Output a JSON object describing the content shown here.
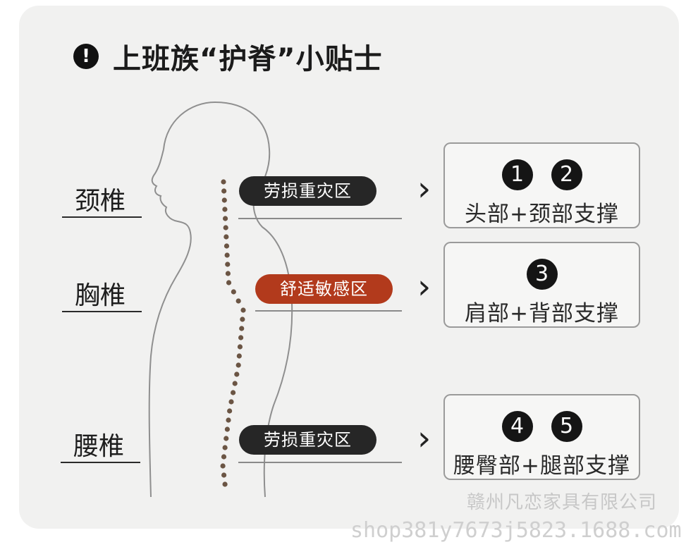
{
  "title": {
    "icon": "exclamation-circle-icon",
    "text": "上班族“护脊”小贴士"
  },
  "regions": [
    {
      "label": "颈椎",
      "tag": "劳损重灾区",
      "tag_color": "#262626",
      "numbers": [
        "1",
        "2"
      ],
      "support": "头部+颈部支撑"
    },
    {
      "label": "胸椎",
      "tag": "舒适敏感区",
      "tag_color": "#b23a1c",
      "numbers": [
        "3"
      ],
      "support": "肩部+背部支撑"
    },
    {
      "label": "腰椎",
      "tag": "劳损重灾区",
      "tag_color": "#262626",
      "numbers": [
        "4",
        "5"
      ],
      "support": "腰臀部+腿部支撑"
    }
  ],
  "watermark": {
    "company": "赣州凡恋家具有限公司",
    "shop": "shop381y7673j5823.1688.com"
  },
  "colors": {
    "card_bg": "#f1f1f0",
    "accent_red": "#b23a1c",
    "dark": "#262626",
    "spine_dot": "#6b5544"
  }
}
